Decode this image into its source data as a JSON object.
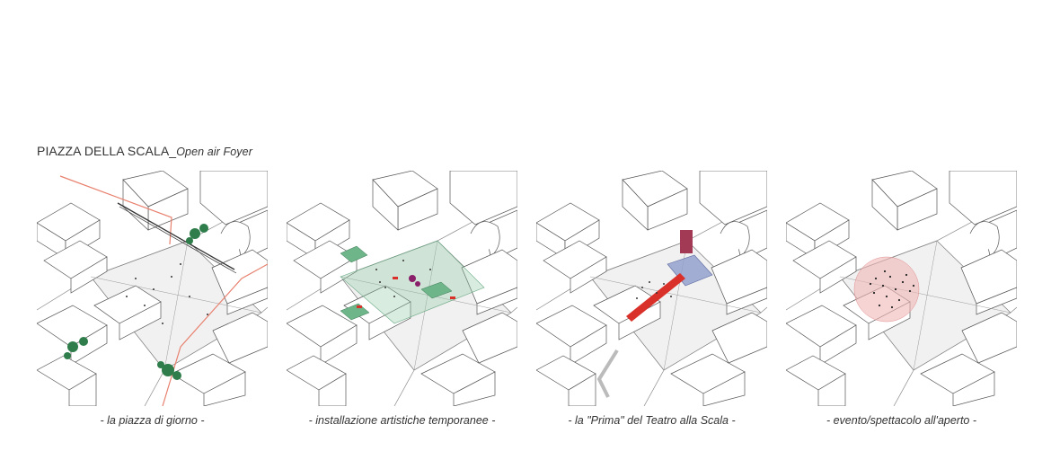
{
  "heading": {
    "title": "PIAZZA DELLA SCALA_",
    "subtitle": "Open air Foyer"
  },
  "panels": [
    {
      "caption": "- la piazza di giorno -"
    },
    {
      "caption": "- installazione artistiche temporanee -"
    },
    {
      "caption": "- la \"Prima\" del Teatro alla Scala -"
    },
    {
      "caption": "- evento/spettacolo all'aperto -"
    }
  ],
  "colors": {
    "route": "#e8806e",
    "trees": "#2e7d4a",
    "installation": "#8fc9a3",
    "carpet": "#d9302a",
    "entrance": "#8e9ccc",
    "event": "#f2b8b8"
  }
}
